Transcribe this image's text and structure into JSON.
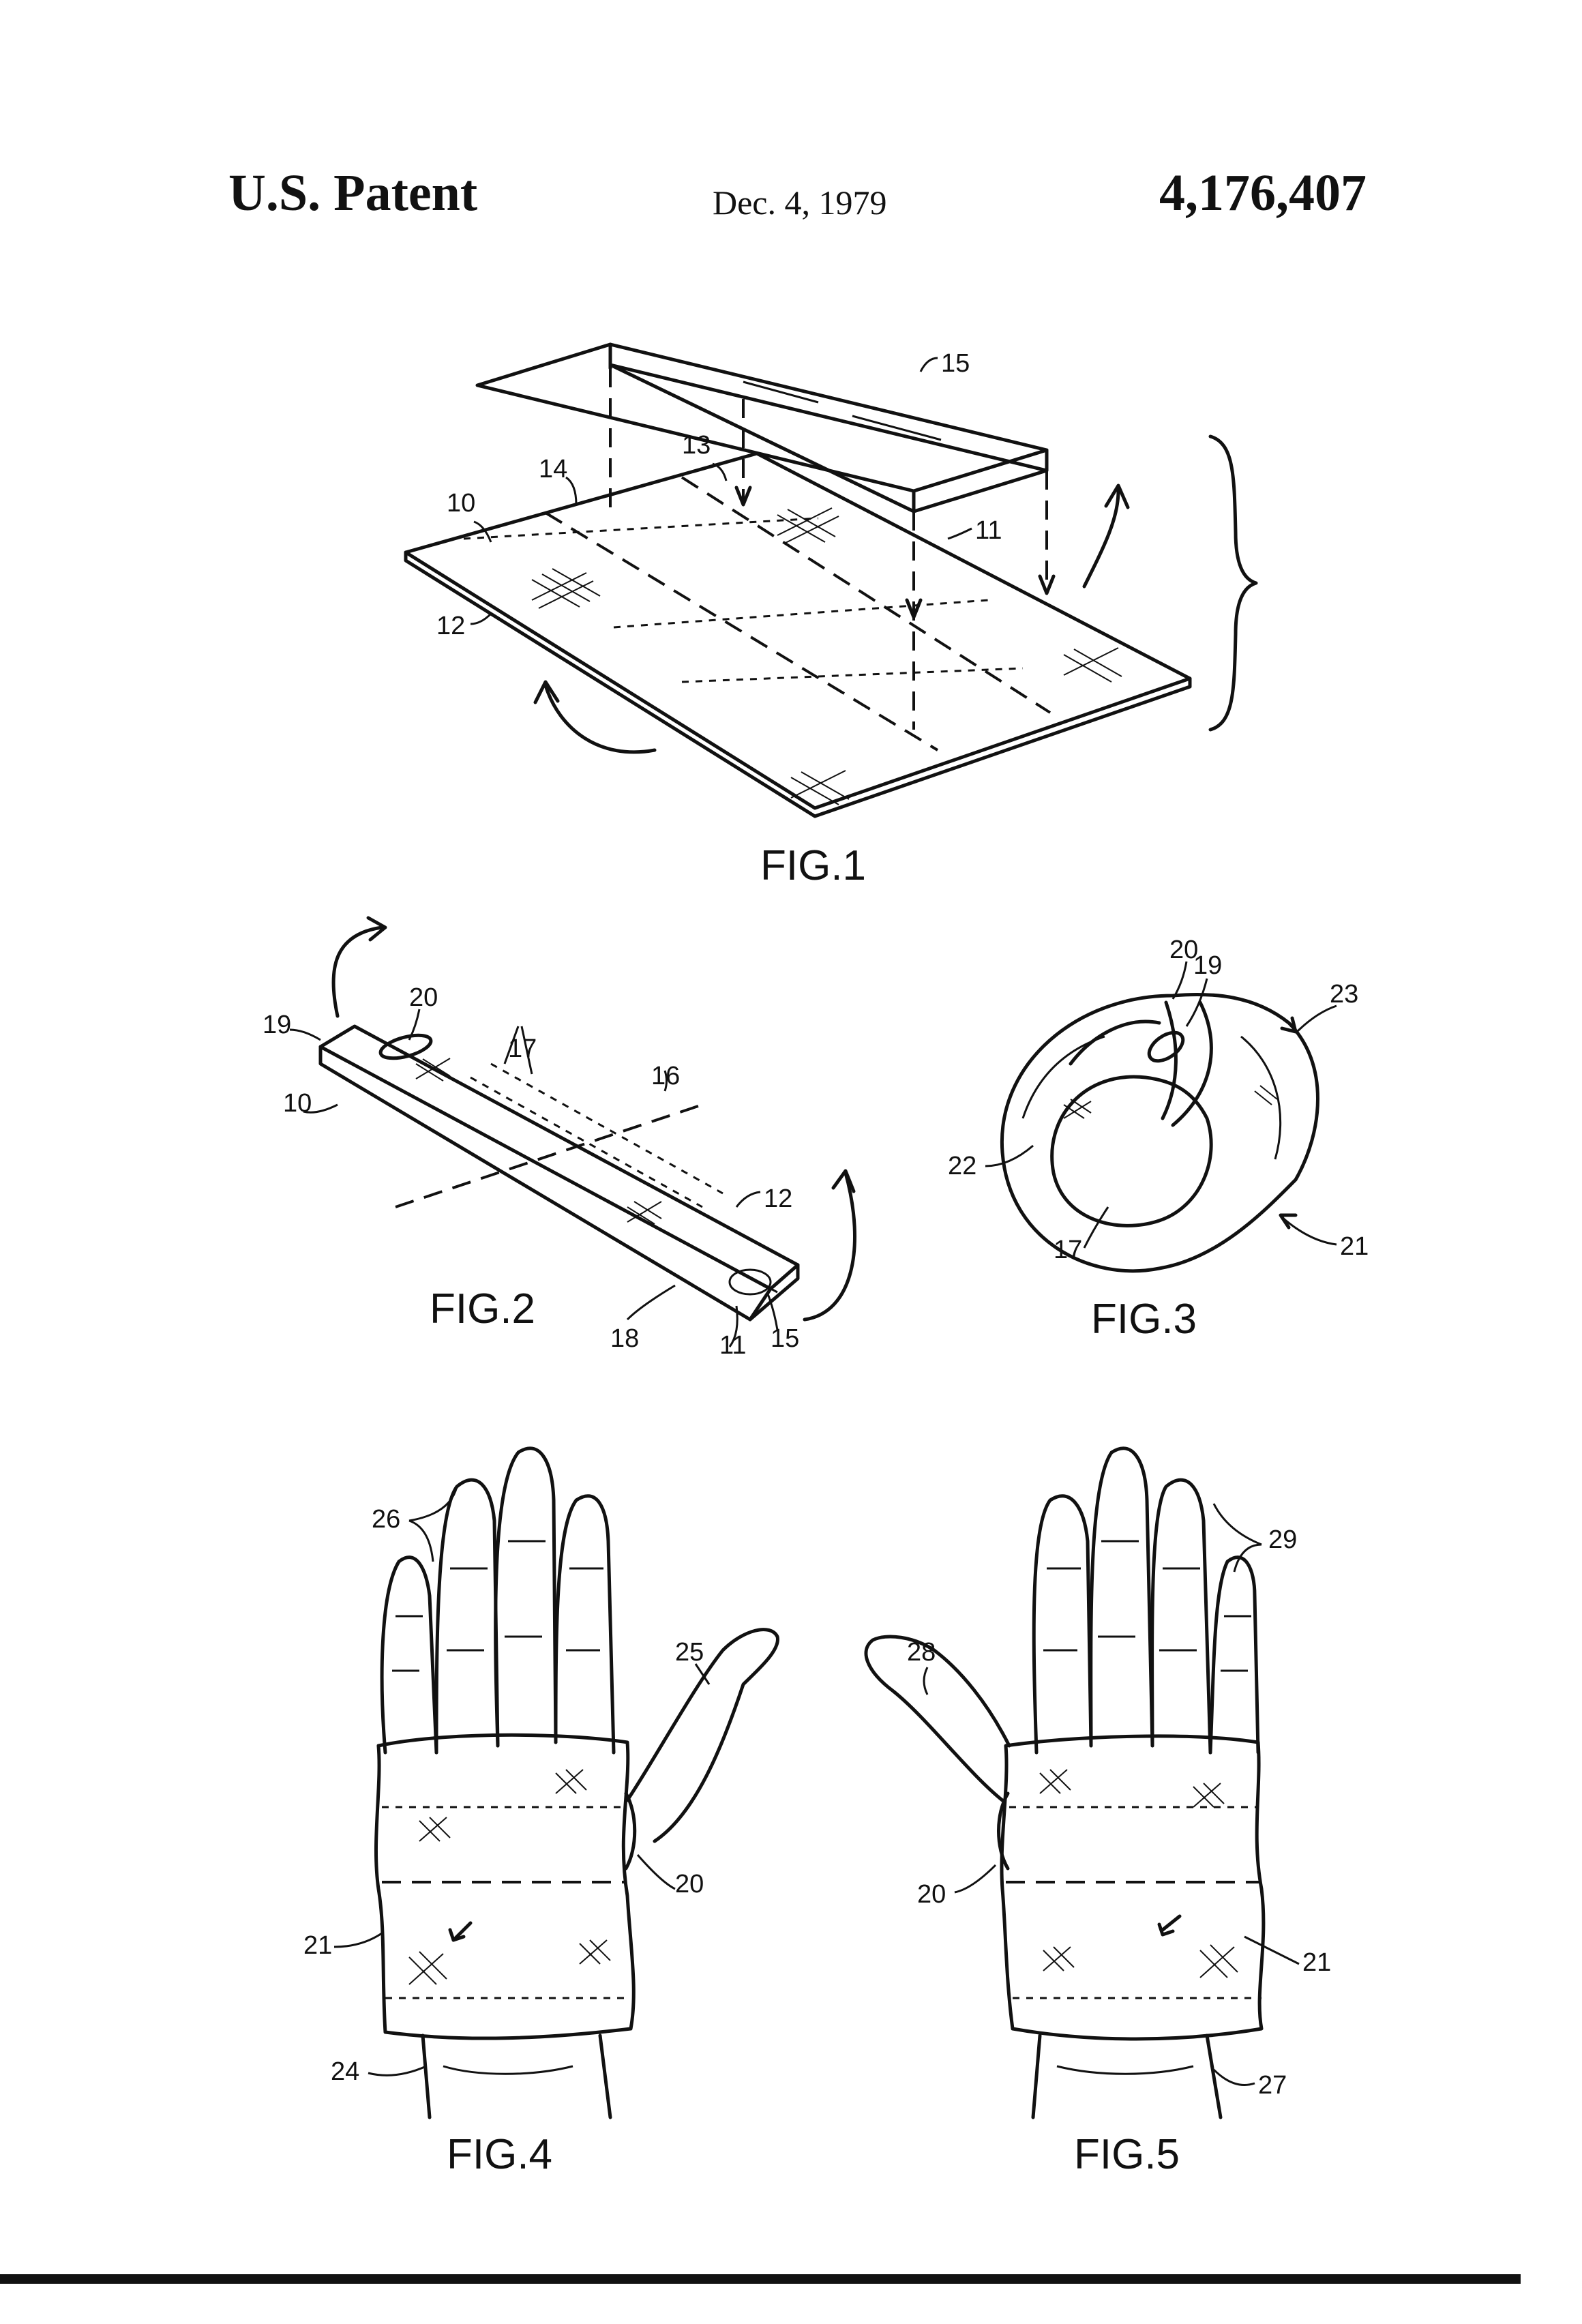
{
  "header": {
    "left": "U.S. Patent",
    "date": "Dec. 4, 1979",
    "number": "4,176,407"
  },
  "figures": {
    "fig1": {
      "caption": "FIG.1",
      "refs": {
        "r15": "15",
        "r13": "13",
        "r14": "14",
        "r10": "10",
        "r11": "11",
        "r12": "12"
      }
    },
    "fig2": {
      "caption": "FIG.2",
      "refs": {
        "r19": "19",
        "r20": "20",
        "r17": "17",
        "r16": "16",
        "r10": "10",
        "r12": "12",
        "r18": "18",
        "r11": "11",
        "r15": "15"
      }
    },
    "fig3": {
      "caption": "FIG.3",
      "refs": {
        "r20": "20",
        "r19": "19",
        "r23": "23",
        "r22": "22",
        "r17": "17",
        "r21": "21"
      }
    },
    "fig4": {
      "caption": "FIG.4",
      "refs": {
        "r26": "26",
        "r25": "25",
        "r20": "20",
        "r21": "21",
        "r24": "24"
      }
    },
    "fig5": {
      "caption": "FIG.5",
      "refs": {
        "r28": "28",
        "r29": "29",
        "r20": "20",
        "r21": "21",
        "r27": "27"
      }
    }
  }
}
